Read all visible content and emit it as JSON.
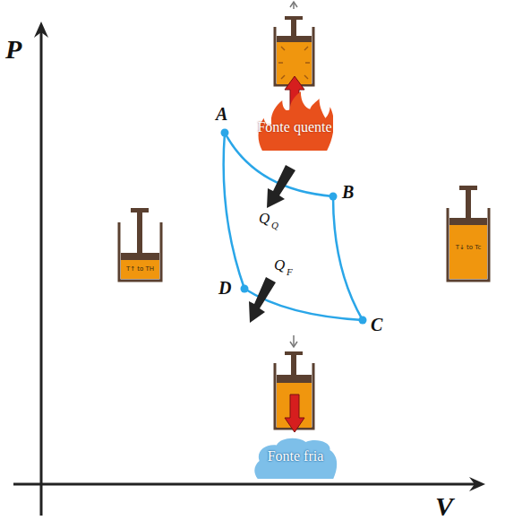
{
  "diagram": {
    "nodes": [
      {
        "text": [
          "Fonte quente"
        ]
      },
      {
        "text": [
          "Fonte fria"
        ]
      },
      {
        "text": [
          "T↑ to TH"
        ]
      },
      {
        "text": [
          "T↓ to Tc"
        ]
      }
    ],
    "labels": [
      "P",
      "V",
      "A",
      "B",
      "C",
      "D",
      "Q",
      "Q",
      "Q",
      "F"
    ]
  }
}
